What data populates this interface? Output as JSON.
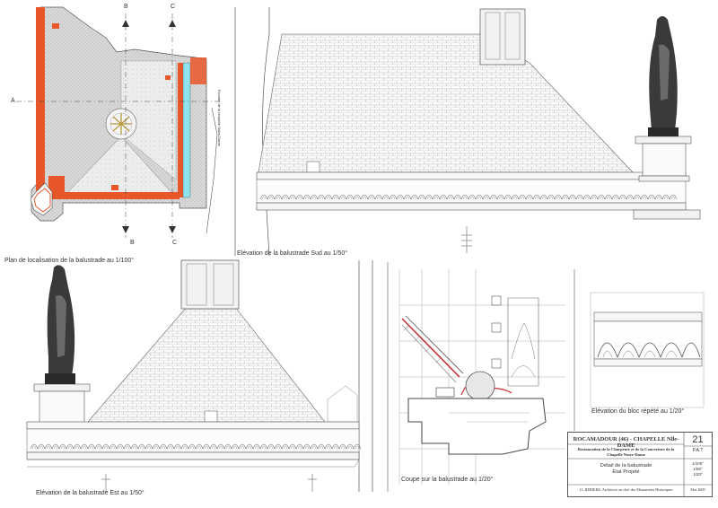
{
  "labels": {
    "plan": "Plan de localisation de la balustrade au 1/100°",
    "sud": "Elévation de la balustrade Sud au 1/50°",
    "est": "Elévation de la balustrade Est au 1/50°",
    "coupe": "Coupe sur la balustrade au 1/20°",
    "bloc": "Elévation du bloc répété au 1/20°"
  },
  "section_marks": {
    "b": "B",
    "c": "C",
    "a": "A"
  },
  "street_label": "Escalier de la chapelle Notre-Dame",
  "cartouche": {
    "title": "ROCAMADOUR (46) - CHAPELLE Nlle-DAME",
    "subtitle_1": "Restauration de la Charpente et de la Couverture de la",
    "subtitle_2": "Chapelle Notre-Dame",
    "detail_1": "Détail de la balustrade",
    "detail_2": "Etat Projeté",
    "sheet_number": "21",
    "phase": "P.A.T",
    "scale_1": "1/100°",
    "scale_2": "1/50°",
    "scale_3": "1/20°",
    "architect": "J.L REBIERE, Architecte en chef des Monuments Historiques",
    "date": "Mai 2009"
  },
  "colors": {
    "wall_red": "#e8572a",
    "water_cyan": "#8fe3ec",
    "roof_grey": "#d4d4d4",
    "line": "#555555",
    "statue": "#3a3a3a"
  }
}
